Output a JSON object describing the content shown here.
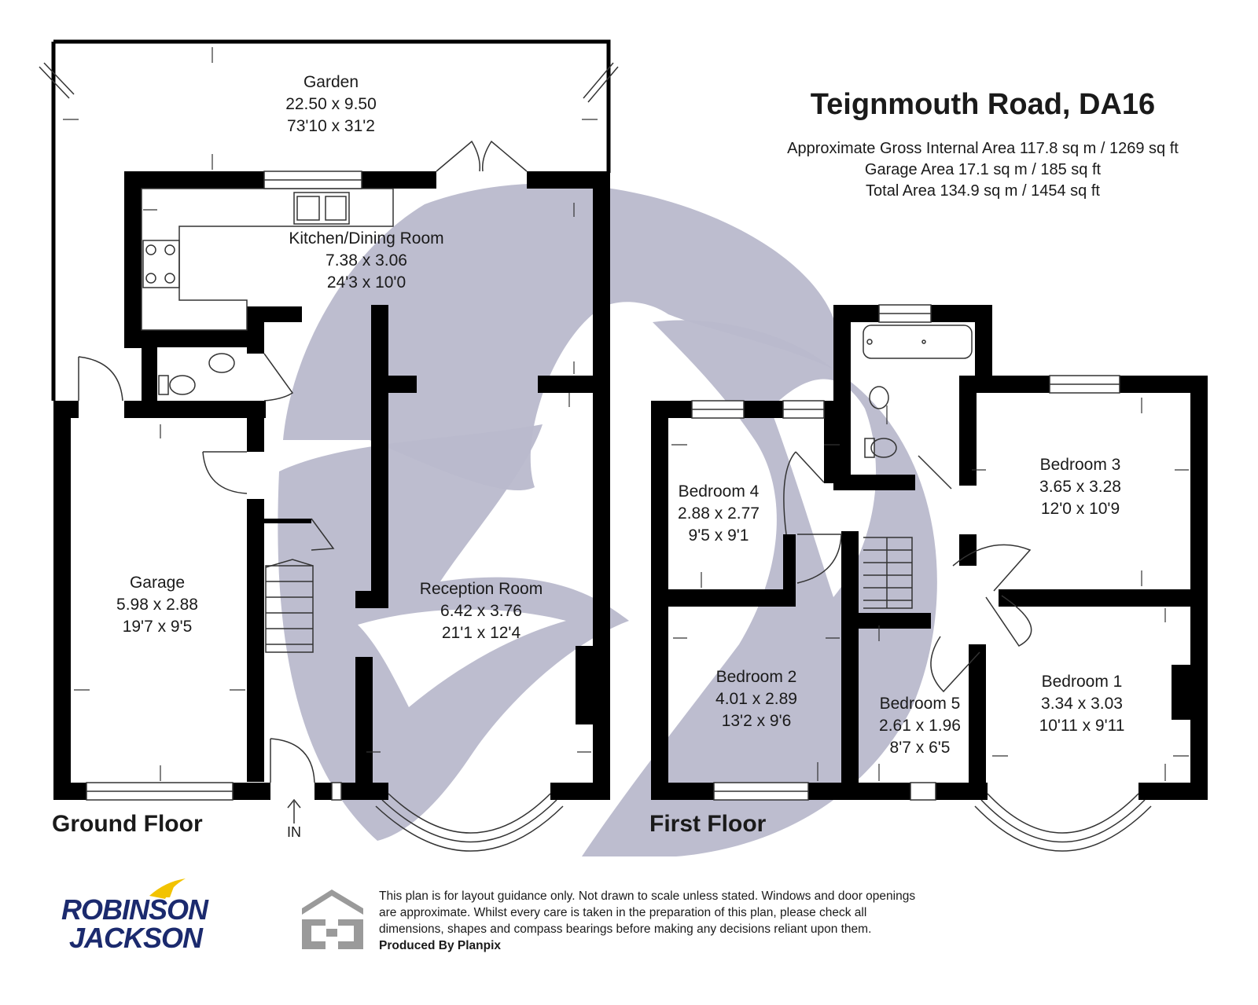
{
  "title": "Teignmouth Road, DA16",
  "areas": [
    "Approximate Gross Internal Area 117.8 sq m / 1269 sq ft",
    "Garage Area 17.1 sq m / 185 sq ft",
    "Total Area 134.9 sq m / 1454 sq ft"
  ],
  "floors": {
    "ground": "Ground Floor",
    "first": "First Floor"
  },
  "entrance_label": "IN",
  "rooms": {
    "garden": {
      "name": "Garden",
      "metric": "22.50 x 9.50",
      "imperial": "73'10 x 31'2"
    },
    "kitchen": {
      "name": "Kitchen/Dining Room",
      "metric": "7.38 x 3.06",
      "imperial": "24'3 x 10'0"
    },
    "garage": {
      "name": "Garage",
      "metric": "5.98 x 2.88",
      "imperial": "19'7 x 9'5"
    },
    "reception": {
      "name": "Reception Room",
      "metric": "6.42 x 3.76",
      "imperial": "21'1 x 12'4"
    },
    "bedroom4": {
      "name": "Bedroom 4",
      "metric": "2.88 x 2.77",
      "imperial": "9'5 x 9'1"
    },
    "bedroom3": {
      "name": "Bedroom 3",
      "metric": "3.65 x 3.28",
      "imperial": "12'0 x 10'9"
    },
    "bedroom2": {
      "name": "Bedroom 2",
      "metric": "4.01 x 2.89",
      "imperial": "13'2 x 9'6"
    },
    "bedroom5": {
      "name": "Bedroom 5",
      "metric": "2.61 x 1.96",
      "imperial": "8'7 x 6'5"
    },
    "bedroom1": {
      "name": "Bedroom 1",
      "metric": "3.34 x 3.03",
      "imperial": "10'11 x 9'11"
    }
  },
  "logo": {
    "line1": "ROBINSON",
    "line2": "JACKSON",
    "brand_color": "#1b2a6e",
    "accent_color": "#f2c300"
  },
  "disclaimer": {
    "lines": [
      "This plan is for layout guidance only. Not drawn to scale unless stated. Windows and door openings",
      "are approximate. Whilst every care is taken in the preparation of this plan, please check all",
      "dimensions, shapes and compass bearings before making any decisions reliant upon them."
    ],
    "produced_by": "Produced By Planpix"
  },
  "colors": {
    "wall": "#000000",
    "watermark": "#b9b9cc",
    "text": "#1a1a1a"
  }
}
